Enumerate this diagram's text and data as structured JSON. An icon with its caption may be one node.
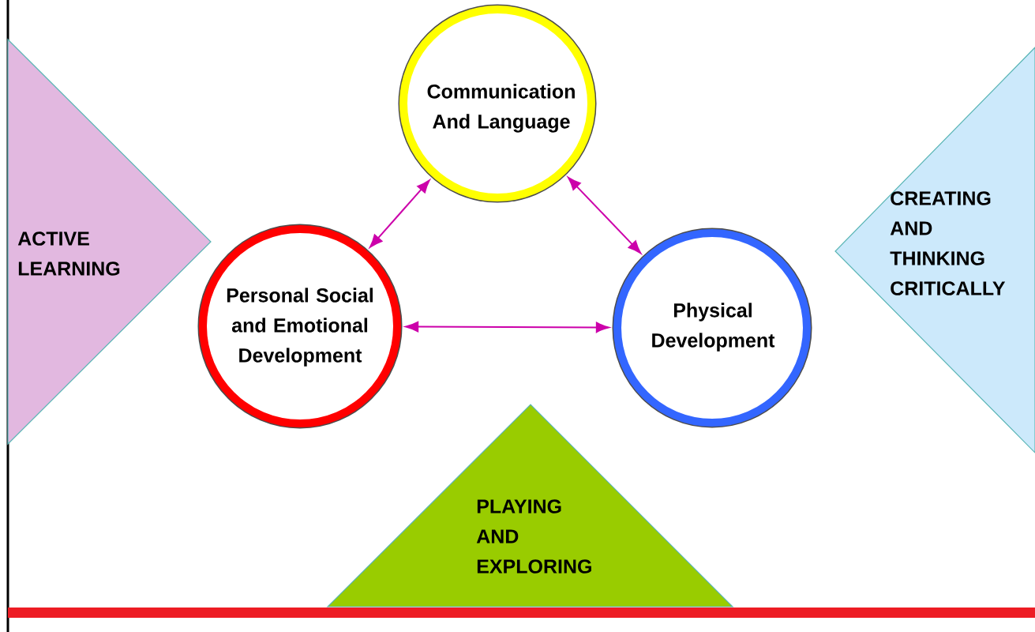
{
  "diagram": {
    "nodes": [
      {
        "text": [
          "Communication And Language"
        ]
      },
      {
        "text": [
          "CREATING AND THINKING CRITICALLY"
        ]
      },
      {
        "text": [
          "ACTIVE LEARNING"
        ]
      },
      {
        "text": [
          "Personal Social and Emotional Development"
        ]
      },
      {
        "text": [
          "Physical Development"
        ]
      },
      {
        "text": [
          "PLAYING AND EXPLORING"
        ]
      }
    ],
    "edges": [
      {
        "from": 0,
        "to": 3,
        "arrow": "both"
      },
      {
        "from": 0,
        "to": 4,
        "arrow": "both"
      },
      {
        "from": 3,
        "to": 4,
        "arrow": "both"
      }
    ]
  }
}
